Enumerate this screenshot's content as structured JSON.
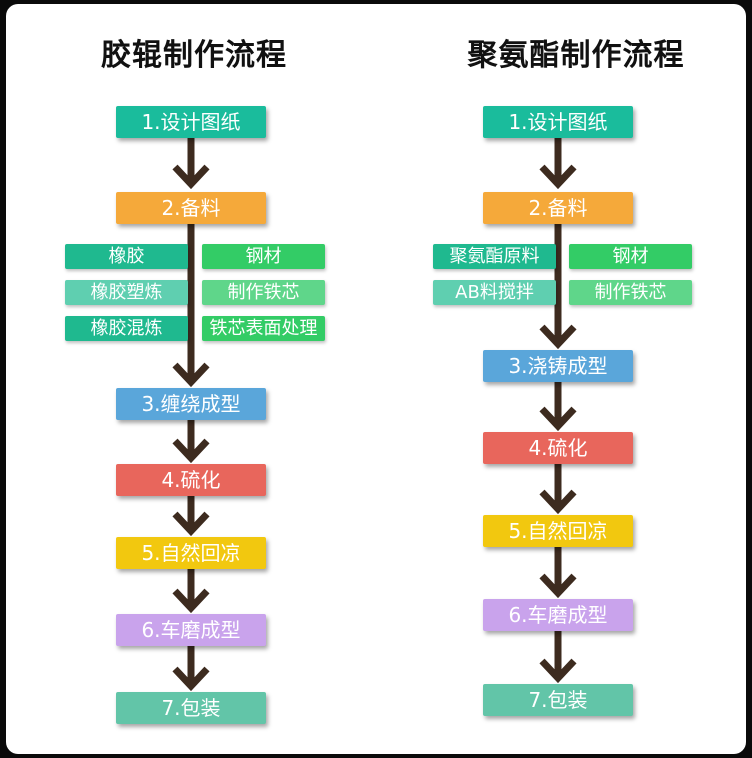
{
  "flows": [
    {
      "title": "胶辊制作流程",
      "steps": [
        {
          "label": "1.设计图纸",
          "color": "#1abc9c"
        },
        {
          "label": "2.备料",
          "color": "#f5a93a"
        },
        {
          "label": "3.缠绕成型",
          "color": "#5aa6da"
        },
        {
          "label": "4.硫化",
          "color": "#e8665c"
        },
        {
          "label": "5.自然回凉",
          "color": "#f2c80f"
        },
        {
          "label": "6.车磨成型",
          "color": "#c9a3ec"
        },
        {
          "label": "7.包装",
          "color": "#62c5a8"
        }
      ],
      "materials": {
        "left": [
          {
            "label": "橡胶",
            "color": "#1fb98f"
          },
          {
            "label": "橡胶塑炼",
            "color": "#5fcfb0"
          },
          {
            "label": "橡胶混炼",
            "color": "#1fb98f"
          }
        ],
        "right": [
          {
            "label": "钢材",
            "color": "#33cc66"
          },
          {
            "label": "制作铁芯",
            "color": "#5fd68a"
          },
          {
            "label": "铁芯表面处理",
            "color": "#33cc66"
          }
        ]
      }
    },
    {
      "title": "聚氨酯制作流程",
      "steps": [
        {
          "label": "1.设计图纸",
          "color": "#1abc9c"
        },
        {
          "label": "2.备料",
          "color": "#f5a93a"
        },
        {
          "label": "3.浇铸成型",
          "color": "#5aa6da"
        },
        {
          "label": "4.硫化",
          "color": "#e8665c"
        },
        {
          "label": "5.自然回凉",
          "color": "#f2c80f"
        },
        {
          "label": "6.车磨成型",
          "color": "#c9a3ec"
        },
        {
          "label": "7.包装",
          "color": "#62c5a8"
        }
      ],
      "materials": {
        "left": [
          {
            "label": "聚氨酯原料",
            "color": "#1fb98f"
          },
          {
            "label": "AB料搅拌",
            "color": "#5fcfb0"
          }
        ],
        "right": [
          {
            "label": "钢材",
            "color": "#33cc66"
          },
          {
            "label": "制作铁芯",
            "color": "#5fd68a"
          }
        ]
      }
    }
  ],
  "colors": {
    "connector": "#3d2b1f",
    "background": "#ffffff",
    "frame": "#0a0a0a"
  }
}
